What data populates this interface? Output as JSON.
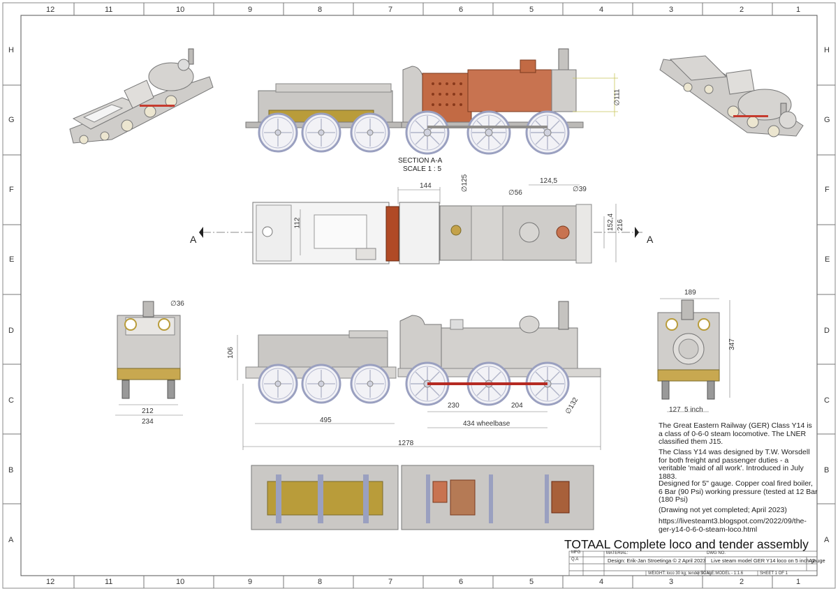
{
  "sheet": {
    "columns": [
      "12",
      "11",
      "10",
      "9",
      "8",
      "7",
      "6",
      "5",
      "4",
      "3",
      "2",
      "1"
    ],
    "rows": [
      "H",
      "G",
      "F",
      "E",
      "D",
      "C",
      "B",
      "A"
    ]
  },
  "section": {
    "title": "SECTION A-A",
    "scale": "SCALE 1 : 5",
    "cut_left": "A",
    "cut_right": "A"
  },
  "dimensions": {
    "chimney_dia": "∅111",
    "top_144": "144",
    "top_125": "∅125",
    "top_124": "124,5",
    "top_56": "∅56",
    "top_39": "∅39",
    "top_112": "112",
    "top_152": "152,4",
    "top_216": "216",
    "rear_dia": "∅36",
    "rear_212": "212",
    "rear_234": "234",
    "front_189": "189",
    "front_347": "347",
    "front_127": "127",
    "front_gauge": "5 inch",
    "side_106": "106",
    "side_230": "230",
    "side_204": "204",
    "side_132": "∅132",
    "side_495": "495",
    "side_wheelbase": "434  wheelbase",
    "side_1278": "1278"
  },
  "description": {
    "p1": "The Great Eastern Railway (GER) Class Y14 is a class of 0-6-0 steam locomotive. The LNER classified them J15.",
    "p2": "The Class Y14 was designed by T.W. Worsdell for both freight and passenger duties - a veritable 'maid of all work'. Introduced in July 1883.",
    "p3": "Designed for 5\" gauge. Copper coal fired boiler, 6 Bar (90 Psi) working pressure (tested at 12 Bar (180 Psi)",
    "p4": "(Drawing not yet completed; April 2023)",
    "p5": "https://livesteamt3.blogspot.com/2022/09/the-ger-y14-0-6-0-steam-loco.html"
  },
  "title_block": {
    "main_title": "TOTAAL Complete loco and tender assembly",
    "mfg": "MFG",
    "qa": "Q.A",
    "material_label": "MATERIAL:",
    "dwg_no_label": "DWG NO.",
    "design": "Design:  Erik-Jan Stroetinga ©   2 April 2023",
    "dwg_desc": "Live steam model GER Y14 loco on 5 inch gauge",
    "size": "A2",
    "weight": "WEIGHT: loco 30 kg; tender 20 kg",
    "scale": "SCALE:MODEL - 1:1.6",
    "sheet": "SHEET 1 OF 1"
  },
  "colors": {
    "grey_body": "#c9c7c4",
    "copper": "#c0643c",
    "brass": "#b99c3a",
    "wheel": "#a9aec8",
    "red_rod": "#b52a22"
  }
}
